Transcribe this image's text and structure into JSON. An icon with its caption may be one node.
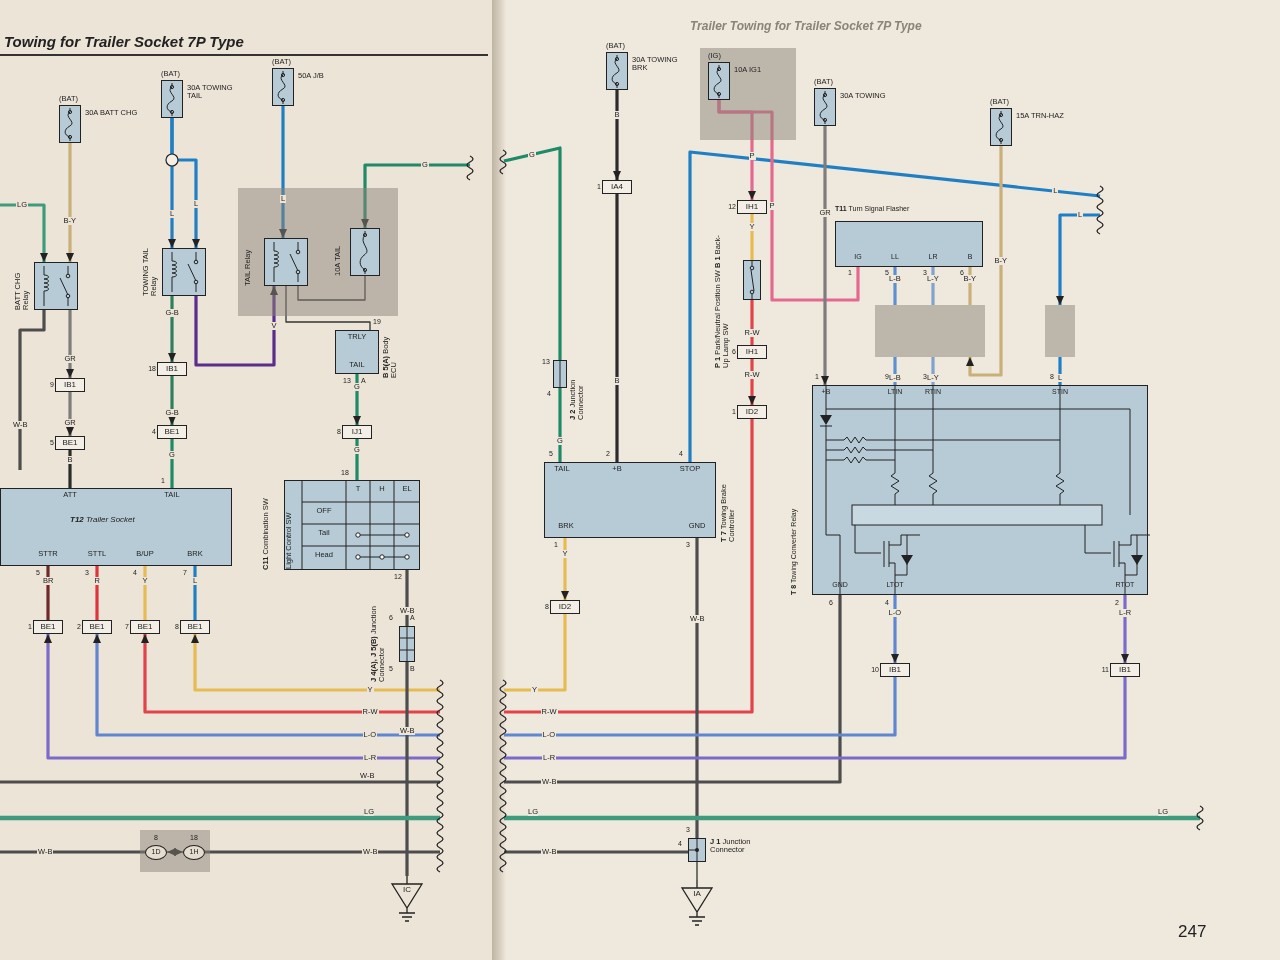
{
  "diagram": {
    "title": "Towing for Trailer Socket 7P Type",
    "nodes": [
      {
        "text": [
          "(BAT)",
          "30A BATT CHG"
        ]
      },
      {
        "text": [
          "(BAT)",
          "30A TOWING TAIL"
        ]
      },
      {
        "text": [
          "(BAT)",
          "50A J/B"
        ]
      },
      {
        "text": [
          "BATT CHG Relay"
        ]
      },
      {
        "text": [
          "TOWING TAIL Relay"
        ]
      },
      {
        "text": [],
        "shape": "box"
      },
      {
        "text": [
          "TAIL Relay"
        ],
        "in": 5
      },
      {
        "text": [
          "10A TAIL"
        ],
        "in": 5
      },
      {
        "text": [
          "TRLY",
          "TAIL",
          "**B 5(A)** Body ECU"
        ]
      },
      {
        "text": [
          "ATT",
          "TAIL",
          "**T12** Trailer Socket",
          "STTR",
          "STTL",
          "B/UP",
          "BRK"
        ]
      },
      {
        "text": [
          "**C11** Combination SW",
          "Light Control SW",
          "T",
          "H",
          "EL",
          "OFF",
          "Tail",
          "Head"
        ]
      },
      {
        "text": [
          "**J 4(A), J 5(B)** Junction Connector"
        ]
      },
      {
        "text": [
          "IC"
        ]
      },
      {
        "text": [],
        "shape": "box"
      },
      {
        "text": [
          "1D"
        ],
        "in": 13,
        "beside": [
          "8"
        ]
      },
      {
        "text": [
          "1H"
        ],
        "in": 13,
        "beside": [
          "18"
        ]
      },
      {
        "text": [
          "IB1"
        ],
        "beside": [
          "9"
        ]
      },
      {
        "text": [
          "BE1"
        ],
        "beside": [
          "5"
        ]
      },
      {
        "text": [
          "IB1"
        ],
        "beside": [
          "18"
        ]
      },
      {
        "text": [
          "BE1"
        ],
        "beside": [
          "4"
        ]
      },
      {
        "text": [
          "IJ1"
        ],
        "beside": [
          "8"
        ]
      },
      {
        "text": [
          "BE1"
        ],
        "beside": [
          "1"
        ]
      },
      {
        "text": [
          "BE1"
        ],
        "beside": [
          "2"
        ]
      },
      {
        "text": [
          "BE1"
        ],
        "beside": [
          "7"
        ]
      },
      {
        "text": [
          "BE1"
        ],
        "beside": [
          "8"
        ]
      },
      {
        "text": [
          "(BAT)",
          "30A TOWING BRK"
        ]
      },
      {
        "text": [],
        "shape": "box"
      },
      {
        "text": [
          "(IG)",
          "10A IG1"
        ],
        "in": 26
      },
      {
        "text": [
          "(BAT)",
          "30A TOWING"
        ]
      },
      {
        "text": [
          "(BAT)",
          "15A TRN-HAZ"
        ]
      },
      {
        "text": [
          "IA4"
        ],
        "beside": [
          "1"
        ]
      },
      {
        "text": [
          "**J 2** Junction Connector"
        ]
      },
      {
        "text": [
          "IH1"
        ],
        "beside": [
          "12"
        ]
      },
      {
        "text": [
          "**P 1** Park/Neutral Position SW **B 1** Back-Up Lamp SW"
        ]
      },
      {
        "text": [
          "IH1"
        ],
        "beside": [
          "6"
        ]
      },
      {
        "text": [
          "ID2"
        ],
        "beside": [
          "1"
        ]
      },
      {
        "text": [
          "**T11** Turn Signal Flasher",
          "IG",
          "LL",
          "LR",
          "B"
        ]
      },
      {
        "text": [],
        "shape": "box"
      },
      {
        "text": [],
        "shape": "box"
      },
      {
        "text": [
          "**T 7** Towing Brake Controller",
          "TAIL",
          "+B",
          "STOP",
          "BRK",
          "GND"
        ]
      },
      {
        "text": [
          "**T 8** Towing Converter Relay",
          "+B",
          "LTIN",
          "RTIN",
          "STIN",
          "GND",
          "LTOT",
          "RTOT"
        ]
      },
      {
        "text": [
          "ID2"
        ],
        "beside": [
          "8"
        ]
      },
      {
        "text": [
          "IB1"
        ],
        "beside": [
          "10"
        ]
      },
      {
        "text": [
          "IB1"
        ],
        "beside": [
          "11"
        ]
      },
      {
        "text": [
          "**J 1** Junction Connector"
        ]
      },
      {
        "text": [
          "IA"
        ]
      }
    ],
    "edges": [
      {
        "from": 0,
        "to": 3,
        "arrow": "to",
        "label": "B-Y",
        "color": "#c9b07a"
      },
      {
        "from": null,
        "to": 3,
        "arrow": "to",
        "label": "LG",
        "color": "#3f9b7d"
      },
      {
        "from": 3,
        "to": null,
        "arrow": "none",
        "label": "W-B",
        "color": "#4d4d4d"
      },
      {
        "from": 3,
        "to": 16,
        "arrow": "to",
        "label": "GR",
        "color": "#7d7d7d"
      },
      {
        "from": 16,
        "to": 17,
        "arrow": "to",
        "label": "GR",
        "color": "#7d7d7d"
      },
      {
        "from": 17,
        "to": 9,
        "arrow": "none",
        "label": "B",
        "color": "#2b2b2b"
      },
      {
        "from": 1,
        "to": 4,
        "arrow": "to",
        "label": "L",
        "color": "#1f7fc4"
      },
      {
        "from": 1,
        "to": 4,
        "arrow": "to",
        "label": "L",
        "color": "#1f7fc4"
      },
      {
        "from": 4,
        "to": 18,
        "arrow": "to",
        "label": "G-B",
        "color": "#2f7f5f"
      },
      {
        "from": 18,
        "to": 19,
        "arrow": "to",
        "label": "G-B",
        "color": "#2f7f5f"
      },
      {
        "from": 19,
        "to": 9,
        "arrow": "none",
        "label": "G",
        "color": "#1e8a68"
      },
      {
        "from": 4,
        "to": 6,
        "arrow": "to",
        "label": "V",
        "color": "#5a2d8c"
      },
      {
        "from": 2,
        "to": 6,
        "arrow": "to",
        "label": "L",
        "color": "#1f7fc4"
      },
      {
        "from": null,
        "to": 7,
        "arrow": "to",
        "label": "G",
        "color": "#1e8a68"
      },
      {
        "from": 6,
        "to": 7,
        "arrow": "none",
        "color": "#333333"
      },
      {
        "from": 6,
        "to": 8,
        "arrow": "none",
        "color": "#333333"
      },
      {
        "from": 8,
        "to": 20,
        "arrow": "to",
        "label": "G",
        "color": "#1e8a68"
      },
      {
        "from": 20,
        "to": 10,
        "arrow": "none",
        "label": "G",
        "color": "#1e8a68"
      },
      {
        "from": 9,
        "to": 21,
        "arrow": "none",
        "label": "BR",
        "color": "#6e2a2a"
      },
      {
        "from": 9,
        "to": 22,
        "arrow": "none",
        "label": "R",
        "color": "#e0343c"
      },
      {
        "from": 9,
        "to": 23,
        "arrow": "none",
        "label": "Y",
        "color": "#e6bb52"
      },
      {
        "from": 9,
        "to": 24,
        "arrow": "none",
        "label": "L",
        "color": "#1f7fc4"
      },
      {
        "from": null,
        "to": 21,
        "arrow": "to",
        "label": "L-R",
        "color": "#7a6bc9"
      },
      {
        "from": null,
        "to": 22,
        "arrow": "to",
        "label": "L-O",
        "color": "#5f86d1"
      },
      {
        "from": null,
        "to": 23,
        "arrow": "to",
        "label": "R-W",
        "color": "#e2424a"
      },
      {
        "from": null,
        "to": 24,
        "arrow": "to",
        "label": "Y",
        "color": "#e6bb52"
      },
      {
        "from": 10,
        "to": 11,
        "arrow": "none",
        "label": "W-B",
        "color": "#4d4d4d"
      },
      {
        "from": 11,
        "to": 12,
        "arrow": "none",
        "label": "W-B",
        "color": "#4d4d4d"
      },
      {
        "from": null,
        "to": 14,
        "arrow": "none",
        "label": "W-B",
        "color": "#4d4d4d"
      },
      {
        "from": 14,
        "to": 15,
        "arrow": "both",
        "color": "#333333"
      },
      {
        "from": 15,
        "to": null,
        "arrow": "none",
        "label": "W-B",
        "color": "#4d4d4d"
      },
      {
        "from": 25,
        "to": 30,
        "arrow": "to",
        "label": "B",
        "color": "#2b2b2b"
      },
      {
        "from": 30,
        "to": 39,
        "arrow": "none",
        "label": "B",
        "color": "#2b2b2b"
      },
      {
        "from": null,
        "to": 31,
        "arrow": "none",
        "label": "G",
        "color": "#1e8a68"
      },
      {
        "from": 31,
        "to": 39,
        "arrow": "none",
        "label": "G",
        "color": "#1e8a68"
      },
      {
        "from": null,
        "to": 39,
        "arrow": "none",
        "label": "L",
        "color": "#1f7fc4"
      },
      {
        "from": 27,
        "to": 32,
        "arrow": "to",
        "label": "P",
        "color": "#e3698f"
      },
      {
        "from": 32,
        "to": 33,
        "arrow": "none",
        "label": "Y",
        "color": "#e6bb52"
      },
      {
        "from": 33,
        "to": 34,
        "arrow": "none",
        "label": "R-W",
        "color": "#e2424a"
      },
      {
        "from": 34,
        "to": 35,
        "arrow": "to",
        "label": "R-W",
        "color": "#e2424a"
      },
      {
        "from": 35,
        "to": null,
        "arrow": "none",
        "label": "R-W",
        "color": "#e2424a"
      },
      {
        "from": 27,
        "to": 36,
        "arrow": "none",
        "label": "P",
        "color": "#e3698f"
      },
      {
        "from": 28,
        "to": 40,
        "arrow": "to",
        "label": "GR",
        "color": "#7d7d7d"
      },
      {
        "from": 29,
        "to": 37,
        "arrow": "to",
        "label": "B-Y",
        "color": "#c9b07a"
      },
      {
        "from": 36,
        "to": 37,
        "arrow": "none",
        "label": "L-B",
        "color": "#5b8fd0"
      },
      {
        "from": 36,
        "to": 37,
        "arrow": "none",
        "label": "L-Y",
        "color": "#7fa3c9"
      },
      {
        "from": 36,
        "to": 37,
        "arrow": "none",
        "label": "B-Y",
        "color": "#c9b07a"
      },
      {
        "from": 37,
        "to": 40,
        "arrow": "none",
        "label": "L-B",
        "color": "#5b8fd0"
      },
      {
        "from": 37,
        "to": 40,
        "arrow": "none",
        "label": "L-Y",
        "color": "#7fa3c9"
      },
      {
        "from": null,
        "to": 38,
        "arrow": "to",
        "label": "L",
        "color": "#1f7fc4"
      },
      {
        "from": 38,
        "to": 40,
        "arrow": "none",
        "label": "L",
        "color": "#1f7fc4"
      },
      {
        "from": 39,
        "to": 41,
        "arrow": "to",
        "label": "Y",
        "color": "#e6bb52"
      },
      {
        "from": 41,
        "to": null,
        "arrow": "none",
        "label": "Y",
        "color": "#e6bb52"
      },
      {
        "from": 39,
        "to": 44,
        "arrow": "none",
        "label": "W-B",
        "color": "#4d4d4d"
      },
      {
        "from": null,
        "to": 44,
        "arrow": "none",
        "label": "W-B",
        "color": "#4d4d4d"
      },
      {
        "from": 44,
        "to": 45,
        "arrow": "none",
        "color": "#333333"
      },
      {
        "from": 40,
        "to": null,
        "arrow": "none",
        "label": "W-B",
        "color": "#4d4d4d"
      },
      {
        "from": 40,
        "to": 42,
        "arrow": "to",
        "label": "L-O",
        "color": "#5f86d1"
      },
      {
        "from": 42,
        "to": null,
        "arrow": "none",
        "label": "L-O",
        "color": "#5f86d1"
      },
      {
        "from": 40,
        "to": 43,
        "arrow": "to",
        "label": "L-R",
        "color": "#7a6bc9"
      },
      {
        "from": 43,
        "to": null,
        "arrow": "none",
        "label": "L-R",
        "color": "#7a6bc9"
      }
    ],
    "labels": [
      "Trailer Towing for Trailer Socket 7P Type",
      "247",
      "W-B",
      "LG",
      "LG",
      "LG",
      "5",
      "3",
      "4",
      "7",
      "1",
      "18",
      "12",
      "19",
      "13",
      "A",
      "6",
      "A",
      "5",
      "B",
      "13",
      "4",
      "5",
      "2",
      "4",
      "1",
      "3",
      "1",
      "9",
      "3",
      "8",
      "6",
      "4",
      "2",
      "1",
      "5",
      "3",
      "6",
      "3",
      "4"
    ]
  }
}
